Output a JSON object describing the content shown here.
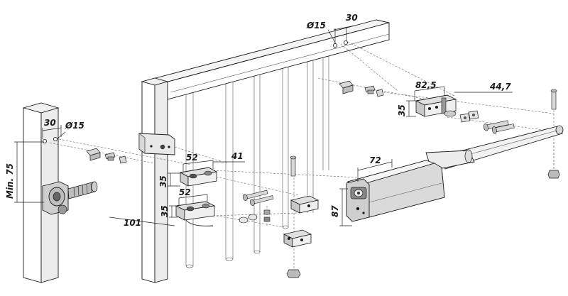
{
  "dimensions": {
    "post_width": "30",
    "post_hole": "Ø15",
    "post_min": "Min. 75",
    "beam_width": "30",
    "beam_hole": "Ø15",
    "bracket_52_top": "52",
    "bracket_41": "41",
    "bracket_35_top": "35",
    "bracket_52_bottom": "52",
    "bracket_35_bottom": "35",
    "bracket_101": "101",
    "rear_82_5": "82,5",
    "rear_44_7": "44,7",
    "rear_35": "35",
    "motor_72": "72",
    "motor_87": "87"
  }
}
